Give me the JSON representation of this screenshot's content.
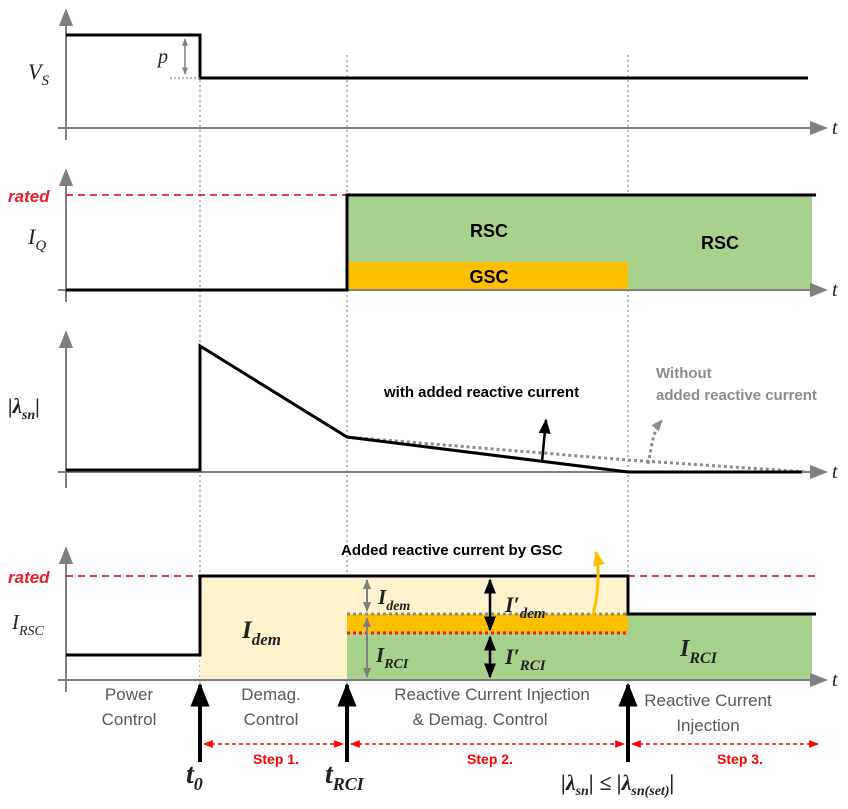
{
  "colors": {
    "axis": "#7f7f7f",
    "signal": "#000000",
    "rated_line": "#e8202a",
    "rsc_fill": "#a9d18e",
    "gsc_fill": "#ffc000",
    "demag_fill": "#fff2cc",
    "dotted_guide": "#8c8c8c",
    "step_arrow": "#ff0000",
    "caption": "#595959"
  },
  "panel_vs": {
    "ylabel": "V",
    "ylabel_sub": "S",
    "xlabel": "t",
    "dip_label": "p"
  },
  "panel_iq": {
    "ylabel": "I",
    "ylabel_sub": "Q",
    "xlabel": "t",
    "rated": "rated",
    "rsc_label_1": "RSC",
    "gsc_label": "GSC",
    "rsc_label_2": "RSC"
  },
  "panel_lambda": {
    "ylabel": "|λ",
    "ylabel_sub": "sn",
    "ylabel_end": "|",
    "xlabel": "t",
    "with_label": "with added reactive current",
    "without_line1": "Without",
    "without_line2": "added reactive current"
  },
  "panel_irsc": {
    "ylabel": "I",
    "ylabel_sub": "RSC",
    "xlabel": "t",
    "rated": "rated",
    "gsc_note": "Added reactive current by GSC",
    "idem_big": "I",
    "idem_big_sub": "dem",
    "idem_small": "I",
    "idem_small_sub": "dem",
    "irci_small": "I",
    "irci_small_sub": "RCI",
    "idem_prime": "I′",
    "idem_prime_sub": "dem",
    "irci_prime": "I′",
    "irci_prime_sub": "RCI",
    "irci_big": "I",
    "irci_big_sub": "RCI"
  },
  "phases": [
    {
      "line1": "Power",
      "line2": "Control"
    },
    {
      "line1": "Demag.",
      "line2": "Control"
    },
    {
      "line1": "Reactive Current Injection",
      "line2": "& Demag. Control"
    },
    {
      "line1": "Reactive Current",
      "line2": "Injection"
    }
  ],
  "steps": [
    "Step 1.",
    "Step 2.",
    "Step 3."
  ],
  "times": {
    "t0": "t",
    "t0_sub": "0",
    "trci": "t",
    "trci_sub": "RCI",
    "condition_left": "|λ",
    "condition_left_sub": "sn",
    "condition_mid": "| ≤ |λ",
    "condition_right_sub": "sn(set)",
    "condition_end": "|"
  }
}
